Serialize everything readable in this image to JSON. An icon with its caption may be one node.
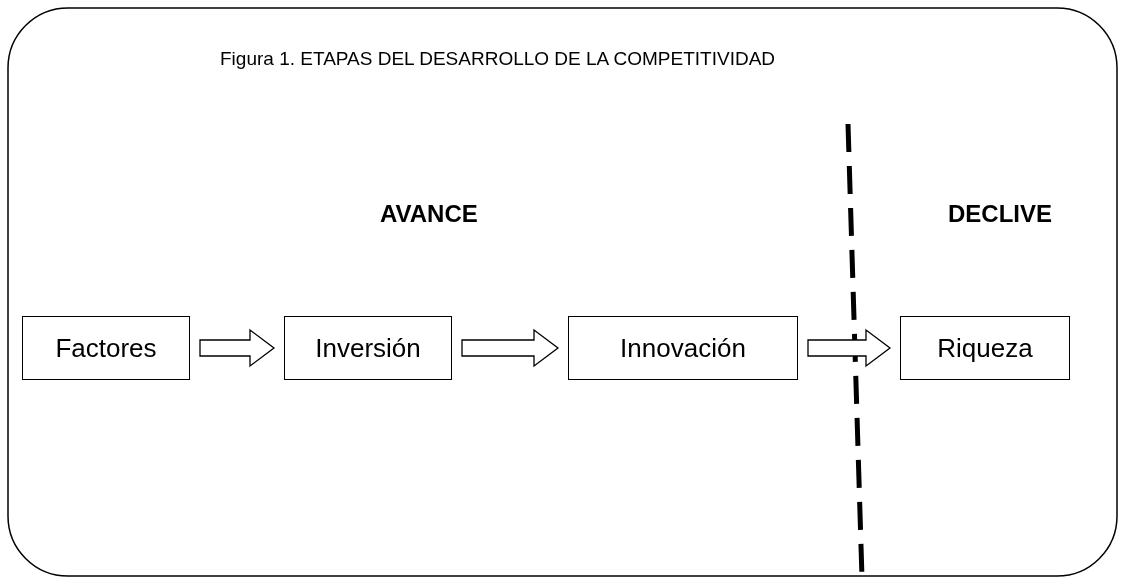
{
  "diagram": {
    "title": "Figura 1. ETAPAS DEL DESARROLLO DE LA COMPETITIVIDAD",
    "nodes": [
      {
        "text": [
          "Factores"
        ]
      },
      {
        "text": [
          "Inversión"
        ]
      },
      {
        "text": [
          "Innovación"
        ]
      },
      {
        "text": [
          "Riqueza"
        ]
      }
    ],
    "edges": [
      {
        "from": 0,
        "to": 1,
        "arrow": "to"
      },
      {
        "from": 1,
        "to": 2,
        "arrow": "to"
      },
      {
        "from": 2,
        "to": 3,
        "arrow": "to"
      }
    ],
    "labels": [
      "AVANCE",
      "DECLIVE"
    ]
  }
}
